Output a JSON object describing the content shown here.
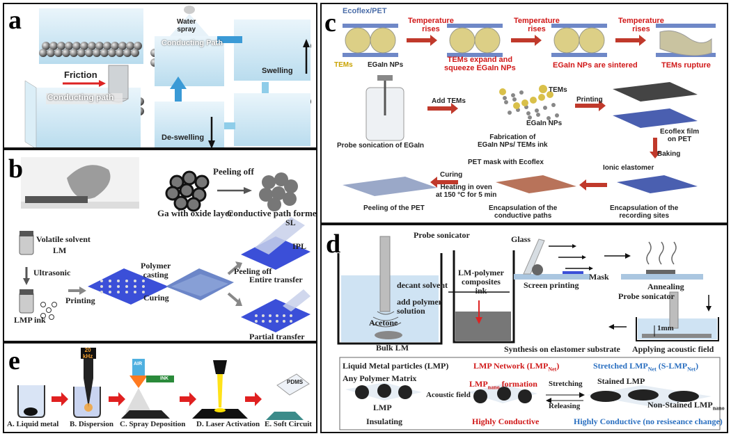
{
  "panel_a": {
    "label": "a",
    "friction": "Friction",
    "conducting_path_left": "Conducting path",
    "water_spray": "Water\nspray",
    "conducting_path_top": "Conducting Path",
    "swelling": "Swelling",
    "de_swelling": "De-swelling"
  },
  "panel_b": {
    "label": "b",
    "peeling_off_top": "Peeling off",
    "ga_oxide": "Ga with oxide layer",
    "conductive_path": "Conductive path formed",
    "volatile_solvent": "Volatile solvent",
    "lm": "LM",
    "ultrasonic": "Ultrasonic",
    "lmp_ink": "LMP ink",
    "printing": "Printing",
    "polymer_casting": "Polymer\ncasting",
    "curing": "Curing",
    "sl": "SL",
    "ipl": "IPL",
    "peeling_off_mid": "Peeling off",
    "entire_transfer": "Entire transfer",
    "partial_transfer": "Partial transfer"
  },
  "panel_c": {
    "label": "c",
    "ecoflex_pet": "Ecoflex/PET",
    "temp_rises": "Temperature\nrises",
    "tems": "TEMs",
    "egain_nps": "EGaIn NPs",
    "step1": "TEMs expand and\nsqueeze EGaIn NPs",
    "step2": "EGaIn NPs are sintered",
    "step3": "TEMs rupture",
    "add_tems": "Add TEMs",
    "printing": "Printing",
    "tems_small": "TEMs",
    "egain_nps_small": "EGaIn NPs",
    "probe_sonication": "Probe sonication of EGaIn",
    "fabrication": "Fabrication of\nEGaIn NPs/ TEMs ink",
    "ecoflex_film": "Ecoflex film\non PET",
    "baking": "Baking",
    "pet_mask": "PET  mask with Ecoflex",
    "curing": "Curing",
    "heating": "Heating in oven\nat 150 °C for 5 min",
    "ionic_elastomer": "Ionic elastomer",
    "peeling_pet": "Peeling of the PET",
    "encap_cond": "Encapsulation of the\nconductive paths",
    "encap_rec": "Encapsulation of the\nrecording sites"
  },
  "panel_d": {
    "label": "d",
    "probe_sonicator": "Probe sonicator",
    "acetone": "Acetone",
    "bulk_lm": "Bulk LM",
    "decant_solvent": "decant solvent",
    "add_polymer": "add polymer\nsolution",
    "lm_polymer": "LM-polymer\ncomposites\nink",
    "glass": "Glass",
    "mask": "Mask",
    "screen_printing": "Screen printing",
    "annealing": "Annealing",
    "probe_sonicator2": "Probe sonicator",
    "one_mm": "1mm",
    "applying_acoustic": "Applying acoustic field",
    "synthesis": "Synthesis on elastomer substrate",
    "lmp_title": "Liquid Metal particles (LMP)",
    "any_polymer": "Any Polymer Matrix",
    "lmp": "LMP",
    "insulating": "Insulating",
    "acoustic_field": "Acoustic field",
    "lmp_network": "LMP Network (LMP",
    "lmp_network_sub": "Net",
    "lmp_nano_formation": "LMP",
    "lmp_nano_sub": "nano",
    "formation": "formation",
    "highly_conductive": "Highly Conductive",
    "stretching": "Stretching",
    "releasing": "Releasing",
    "stretched": "Stretched LMP",
    "stretched_sub": "Net",
    "stretched_tail": " (S-LMP",
    "stretched_tail_sub": "Net",
    "stained_lmp": "Stained LMP",
    "non_stained": "Non-Stained LMP",
    "non_stained_sub": "nano",
    "highly_conductive_blue": "Highly Conductive (no resiseance change)"
  },
  "panel_e": {
    "label": "e",
    "khz": "20\nkHz",
    "air": "AIR",
    "ink": "INK",
    "pdms": "PDMS",
    "step_a": "A. Liquid metal",
    "step_b": "B. Dispersion",
    "step_c": "C. Spray Deposition",
    "step_d": "D. Laser Activation",
    "step_e": "E. Soft Circuit"
  }
}
